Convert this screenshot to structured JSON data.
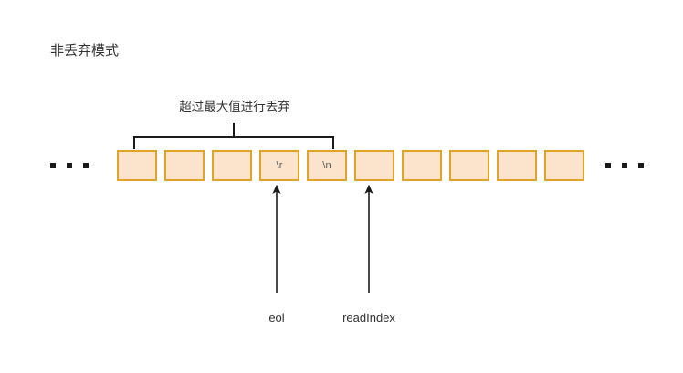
{
  "diagram": {
    "title": "非丢弃模式",
    "caption": "超过最大值进行丢弃",
    "ellipsis_left": "...",
    "ellipsis_right": "...",
    "colors": {
      "cell_fill": "#FCE3CC",
      "cell_border": "#E2A32B",
      "line": "#1b1b1b",
      "text": "#333333",
      "background": "#ffffff"
    },
    "cells": [
      {
        "index": 1,
        "text": ""
      },
      {
        "index": 2,
        "text": ""
      },
      {
        "index": 3,
        "text": ""
      },
      {
        "index": 4,
        "text": "\\r"
      },
      {
        "index": 5,
        "text": "\\n"
      },
      {
        "index": 6,
        "text": ""
      },
      {
        "index": 7,
        "text": ""
      },
      {
        "index": 8,
        "text": ""
      },
      {
        "index": 9,
        "text": ""
      },
      {
        "index": 10,
        "text": ""
      }
    ],
    "pointers": [
      {
        "id": "eol",
        "label": "eol",
        "target_cell": 4
      },
      {
        "id": "readIndex",
        "label": "readIndex",
        "target_cell": 6
      }
    ],
    "bracket": {
      "spans_cells": [
        1,
        5
      ],
      "caption": "超过最大值进行丢弃"
    }
  }
}
